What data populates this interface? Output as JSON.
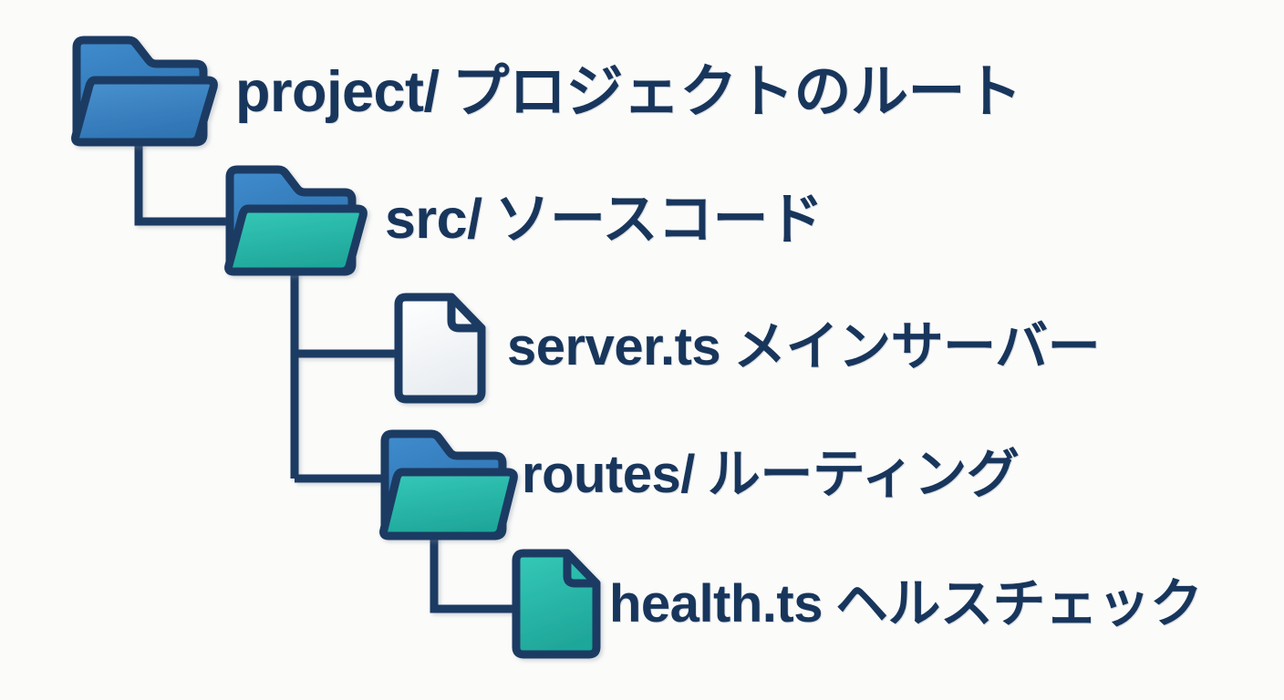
{
  "diagram": {
    "type": "file-tree",
    "title": "project directory tree",
    "background_color": "#fbfbfa",
    "text_color": "#18365c",
    "stroke_color": "#1b3b63",
    "palette": {
      "folder_blue": "#3c87c8",
      "folder_blue_dark": "#2f74b4",
      "folder_teal": "#2bbfb0",
      "folder_teal_dark": "#1fa99b",
      "file_white": "#f4f6f8",
      "file_teal": "#2bbfb0",
      "outline": "#1b3b63"
    },
    "nodes": [
      {
        "id": "project",
        "depth": 0,
        "icon": "folder-icon",
        "icon_variant": "folder-blue",
        "name": "project/",
        "description": "プロジェクトのルート"
      },
      {
        "id": "src",
        "depth": 1,
        "icon": "folder-icon",
        "icon_variant": "folder-blue-teal",
        "name": "src/",
        "description": "ソースコード"
      },
      {
        "id": "server-ts",
        "depth": 2,
        "icon": "file-icon",
        "icon_variant": "file-white",
        "name": "server.ts",
        "description": "メインサーバー"
      },
      {
        "id": "routes",
        "depth": 2,
        "icon": "folder-icon",
        "icon_variant": "folder-blue-teal",
        "name": "routes/",
        "description": "ルーティング"
      },
      {
        "id": "health-ts",
        "depth": 3,
        "icon": "file-icon",
        "icon_variant": "file-teal",
        "name": "health.ts",
        "description": "ヘルスチェック"
      }
    ]
  }
}
